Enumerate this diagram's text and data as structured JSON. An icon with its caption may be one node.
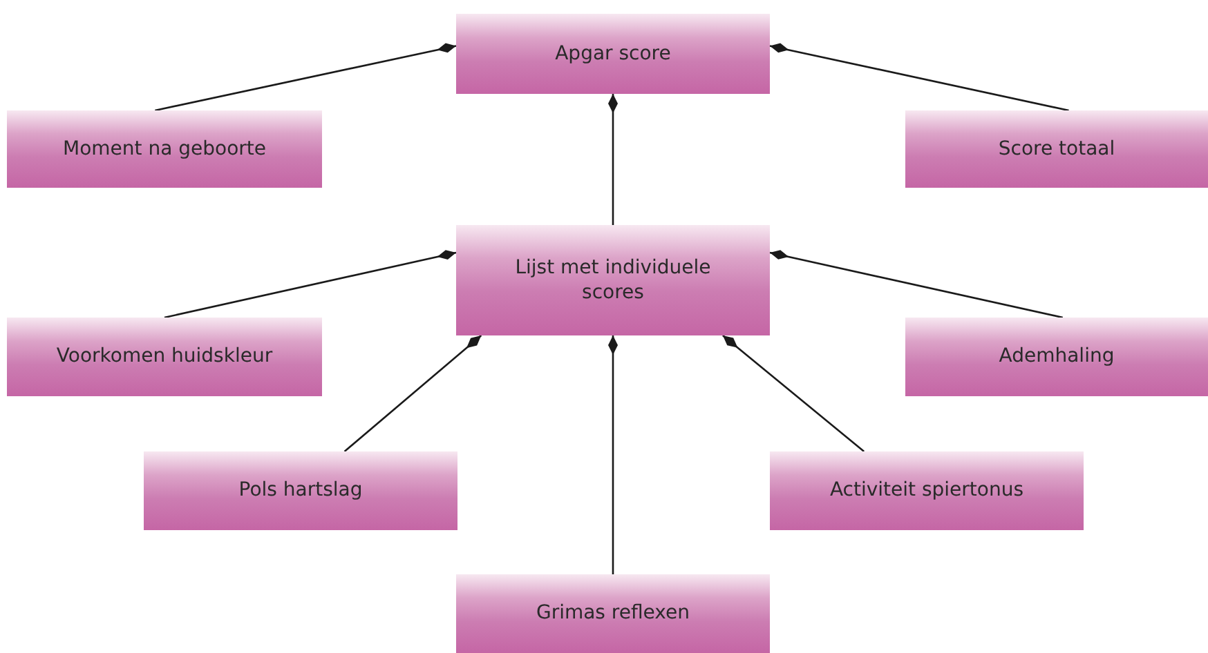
{
  "diagram": {
    "nodes": [
      {
        "text": [
          "Apgar score"
        ]
      },
      {
        "text": [
          "Moment na geboorte"
        ]
      },
      {
        "text": [
          "Score totaal"
        ]
      },
      {
        "text": [
          "Lijst met individuele scores"
        ]
      },
      {
        "text": [
          "Voorkomen huidskleur"
        ]
      },
      {
        "text": [
          "Ademhaling"
        ]
      },
      {
        "text": [
          "Pols hartslag"
        ]
      },
      {
        "text": [
          "Activiteit spiertonus"
        ]
      },
      {
        "text": [
          "Grimas reflexen"
        ]
      }
    ],
    "edges": [
      {
        "from": 1,
        "to": 0,
        "arrow": "other"
      },
      {
        "from": 2,
        "to": 0,
        "arrow": "other"
      },
      {
        "from": 3,
        "to": 0,
        "arrow": "other"
      },
      {
        "from": 4,
        "to": 3,
        "arrow": "other"
      },
      {
        "from": 5,
        "to": 3,
        "arrow": "other"
      },
      {
        "from": 6,
        "to": 3,
        "arrow": "other"
      },
      {
        "from": 7,
        "to": 3,
        "arrow": "other"
      },
      {
        "from": 8,
        "to": 3,
        "arrow": "other"
      }
    ]
  }
}
